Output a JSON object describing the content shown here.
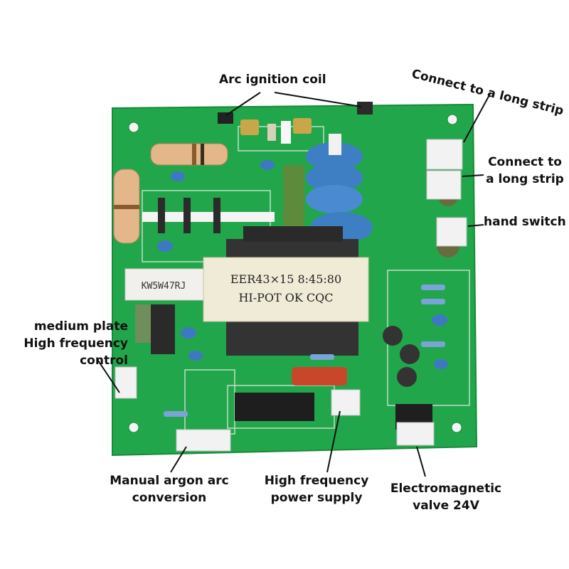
{
  "board": {
    "transformer_line1": "EER43×15 8:45:80",
    "transformer_line2": "HI-POT OK CQC",
    "resistor_marking": "KW5W47RJ",
    "colors": {
      "pcb": "#22a64b",
      "background": "#ffffff",
      "coil_blue": "#3e7fc4",
      "label_text": "#111111"
    }
  },
  "labels": {
    "arc_ignition_coil": "Arc ignition coil",
    "long_strip_top": "Connect to a long strip",
    "long_strip_side_line1": "Connect to",
    "long_strip_side_line2": "a long strip",
    "hand_switch": "hand switch",
    "medium_line1": "medium plate",
    "medium_line2": "High frequency",
    "medium_line3": "control",
    "manual_line1": "Manual argon arc",
    "manual_line2": "conversion",
    "hfps_line1": "High frequency",
    "hfps_line2": "power supply",
    "valve_line1": "Electromagnetic",
    "valve_line2": "valve 24V"
  }
}
